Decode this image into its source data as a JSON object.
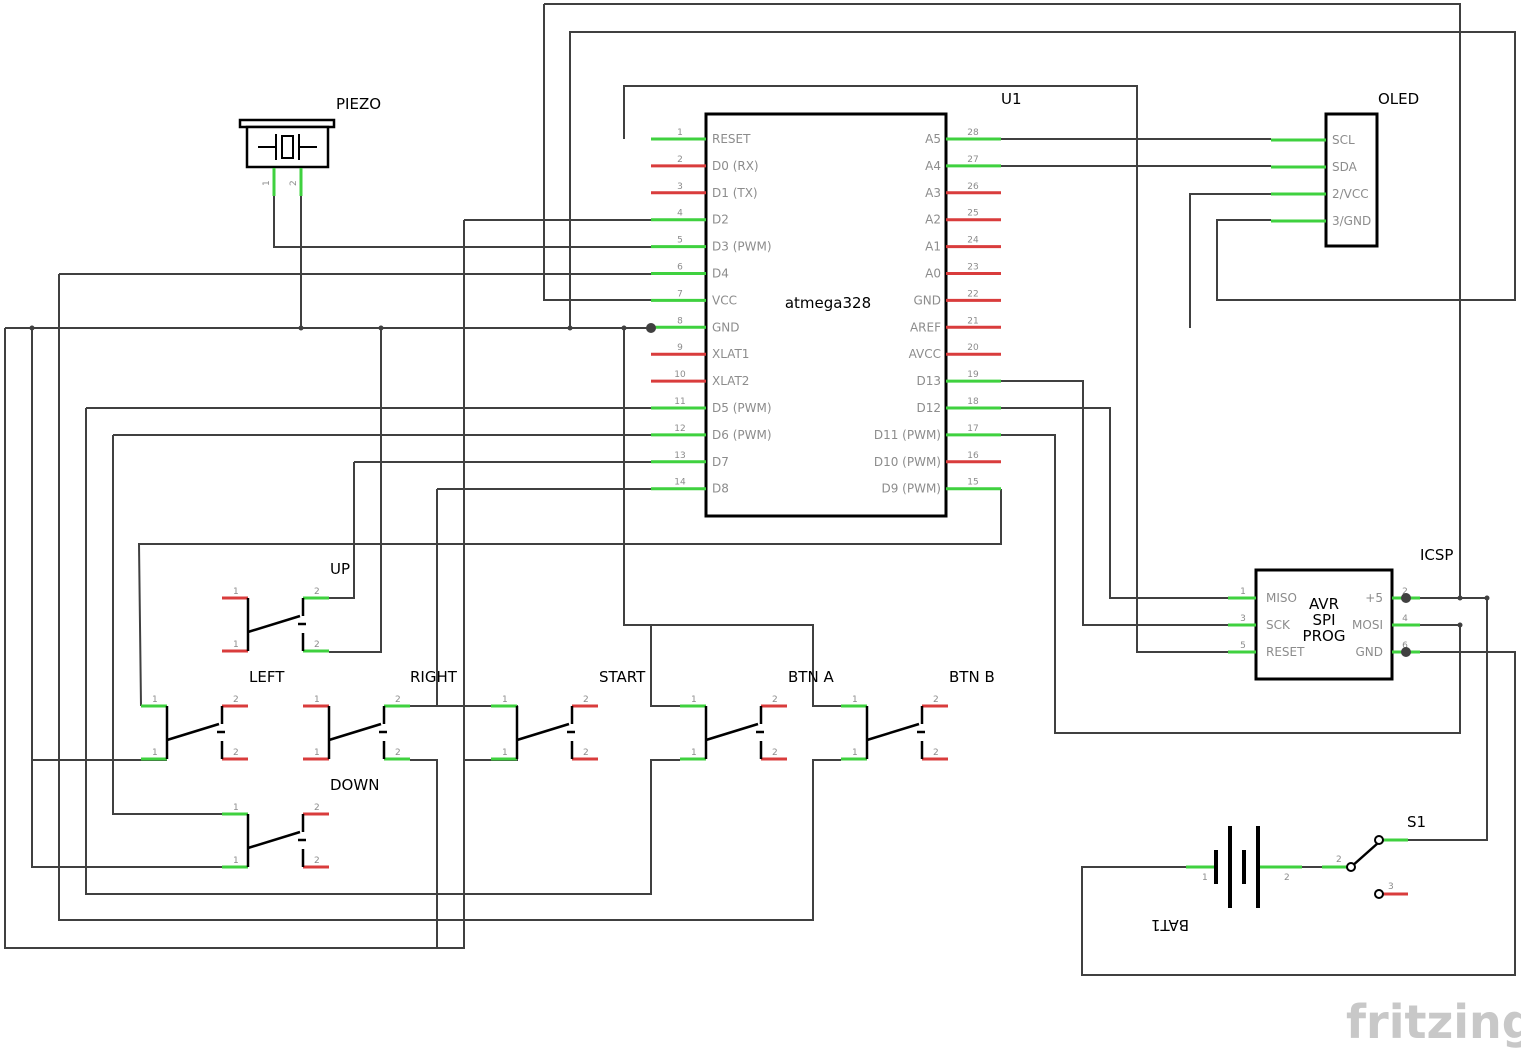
{
  "colors": {
    "wire": "#404040",
    "pin_connected": "#3fd13f",
    "pin_unconnected": "#d93c3c",
    "label_gray": "#8c8c8c",
    "logo_gray": "#c8c8c8"
  },
  "labels": {
    "piezo": "PIEZO",
    "u1": "U1",
    "oled": "OLED",
    "icsp": "ICSP",
    "s1": "S1",
    "bat1": "BAT1",
    "up": "UP",
    "down": "DOWN",
    "left": "LEFT",
    "right": "RIGHT",
    "start": "START",
    "btn_a": "BTN A",
    "btn_b": "BTN B",
    "chip": "atmega328",
    "logo": "fritzing"
  },
  "avr": {
    "l1": "AVR",
    "l2": "SPI",
    "l3": "PROG"
  },
  "chip_left_pins": [
    {
      "num": "1",
      "name": "RESET",
      "connected": true
    },
    {
      "num": "2",
      "name": "D0 (RX)",
      "connected": false
    },
    {
      "num": "3",
      "name": "D1 (TX)",
      "connected": false
    },
    {
      "num": "4",
      "name": "D2",
      "connected": true
    },
    {
      "num": "5",
      "name": "D3 (PWM)",
      "connected": true
    },
    {
      "num": "6",
      "name": "D4",
      "connected": true
    },
    {
      "num": "7",
      "name": "VCC",
      "connected": true
    },
    {
      "num": "8",
      "name": "GND",
      "connected": true
    },
    {
      "num": "9",
      "name": "XLAT1",
      "connected": false
    },
    {
      "num": "10",
      "name": "XLAT2",
      "connected": false
    },
    {
      "num": "11",
      "name": "D5 (PWM)",
      "connected": true
    },
    {
      "num": "12",
      "name": "D6 (PWM)",
      "connected": true
    },
    {
      "num": "13",
      "name": "D7",
      "connected": true
    },
    {
      "num": "14",
      "name": "D8",
      "connected": true
    }
  ],
  "chip_right_pins": [
    {
      "num": "28",
      "name": "A5",
      "connected": true
    },
    {
      "num": "27",
      "name": "A4",
      "connected": true
    },
    {
      "num": "26",
      "name": "A3",
      "connected": false
    },
    {
      "num": "25",
      "name": "A2",
      "connected": false
    },
    {
      "num": "24",
      "name": "A1",
      "connected": false
    },
    {
      "num": "23",
      "name": "A0",
      "connected": false
    },
    {
      "num": "22",
      "name": "GND",
      "connected": false
    },
    {
      "num": "21",
      "name": "AREF",
      "connected": false
    },
    {
      "num": "20",
      "name": "AVCC",
      "connected": false
    },
    {
      "num": "19",
      "name": "D13",
      "connected": true
    },
    {
      "num": "18",
      "name": "D12",
      "connected": true
    },
    {
      "num": "17",
      "name": "D11 (PWM)",
      "connected": true
    },
    {
      "num": "16",
      "name": "D10 (PWM)",
      "connected": false
    },
    {
      "num": "15",
      "name": "D9 (PWM)",
      "connected": true
    }
  ],
  "oled_pins": [
    "SCL",
    "SDA",
    "2/VCC",
    "3/GND"
  ],
  "icsp_left_pins": [
    {
      "num": "1",
      "name": "MISO"
    },
    {
      "num": "3",
      "name": "SCK"
    },
    {
      "num": "5",
      "name": "RESET"
    }
  ],
  "icsp_right_pins": [
    {
      "num": "2",
      "name": "+5"
    },
    {
      "num": "4",
      "name": "MOSI"
    },
    {
      "num": "6",
      "name": "GND"
    }
  ],
  "piezo_pins": [
    "1",
    "2"
  ],
  "button_pin_nums": [
    "1",
    "2"
  ],
  "battery_pins": [
    "1",
    "2"
  ],
  "switch_pins": [
    "2",
    "3"
  ]
}
